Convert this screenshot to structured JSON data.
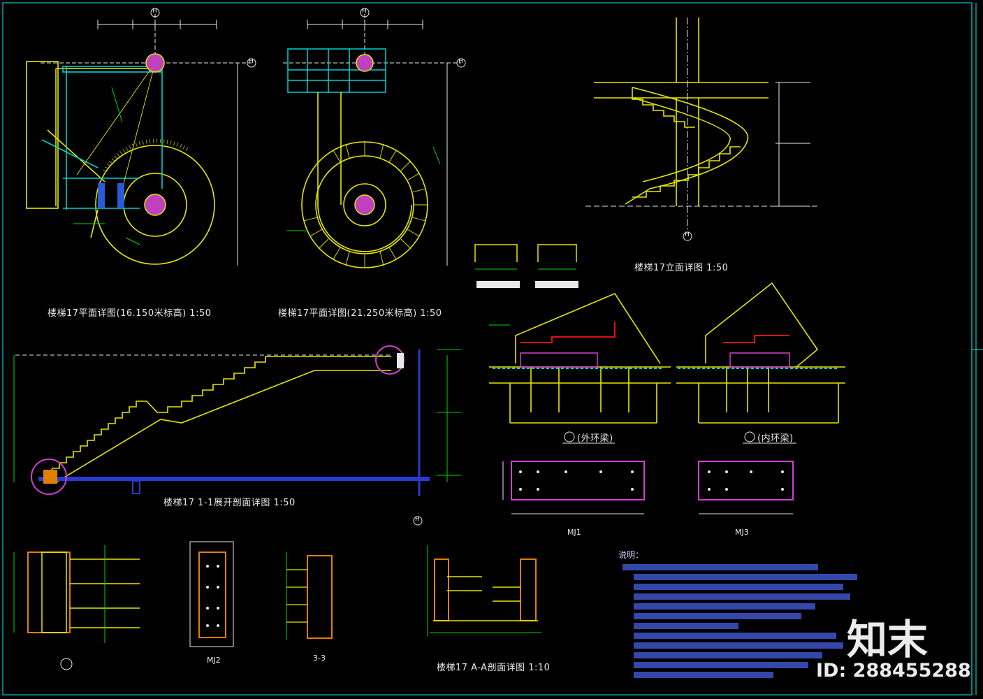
{
  "drawing": {
    "titles": {
      "plan_1": "楼梯17平面详图(16.150米标高)   1:50",
      "plan_2": "楼梯17平面详图(21.250米标高)   1:50",
      "elevation": "楼梯17立面详图    1:50",
      "section_1_1": "楼梯17    1-1展开剖面详图  1:50",
      "outer_beam": "(外环梁)",
      "inner_beam": "(内环梁)",
      "mj1": "MJ1",
      "mj3": "MJ3",
      "mj2": "MJ2",
      "section_3_3": "3-3",
      "section_a_a": "楼梯17 A-A剖面详图   1:10"
    },
    "notes": {
      "heading": "说明："
    },
    "axis_marks": [
      "H",
      "H",
      "H",
      "H",
      "H",
      "H"
    ],
    "colors": {
      "background": "#000000",
      "yellow": "#e6e600",
      "green": "#00d800",
      "cyan": "#00d0d0",
      "magenta": "#d040d0",
      "white": "#e8e8e8",
      "blue": "#2a3ad0",
      "red": "#e01010",
      "orange": "#e08000"
    }
  },
  "watermark": {
    "brand": "知末",
    "id_text": "ID: 288455288"
  }
}
